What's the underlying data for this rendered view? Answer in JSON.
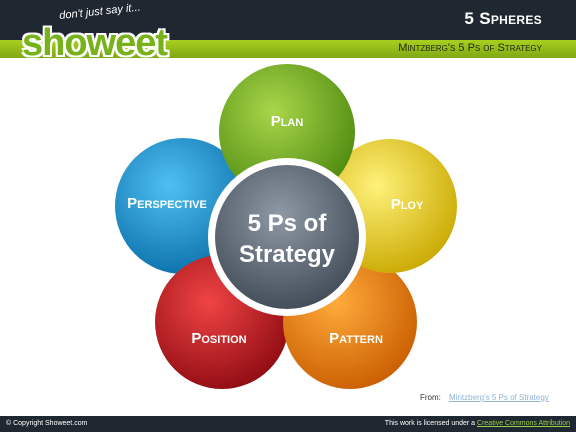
{
  "header": {
    "title": "5 Spheres",
    "subtitle": "Mintzberg's 5 Ps of Strategy"
  },
  "logo": {
    "tagline": "don't just say it...",
    "word": "showeet"
  },
  "diagram": {
    "center": {
      "line1": "5 Ps of",
      "line2": "Strategy",
      "color": "#5a6470"
    },
    "petals": [
      {
        "label": "Plan",
        "color": "#7ab51d"
      },
      {
        "label": "Ploy",
        "color": "#e9cf00"
      },
      {
        "label": "Pattern",
        "color": "#ee7f00"
      },
      {
        "label": "Position",
        "color": "#c4151c"
      },
      {
        "label": "Perspective",
        "color": "#1a93d3"
      }
    ]
  },
  "source": {
    "label": "From:",
    "link_text": "Mintzberg's 5 Ps of Strategy"
  },
  "footer": {
    "copyright": "© Copyright Showeet.com",
    "license_text": "This work is licensed under a ",
    "license_link": "Creative Commons Attribution"
  }
}
